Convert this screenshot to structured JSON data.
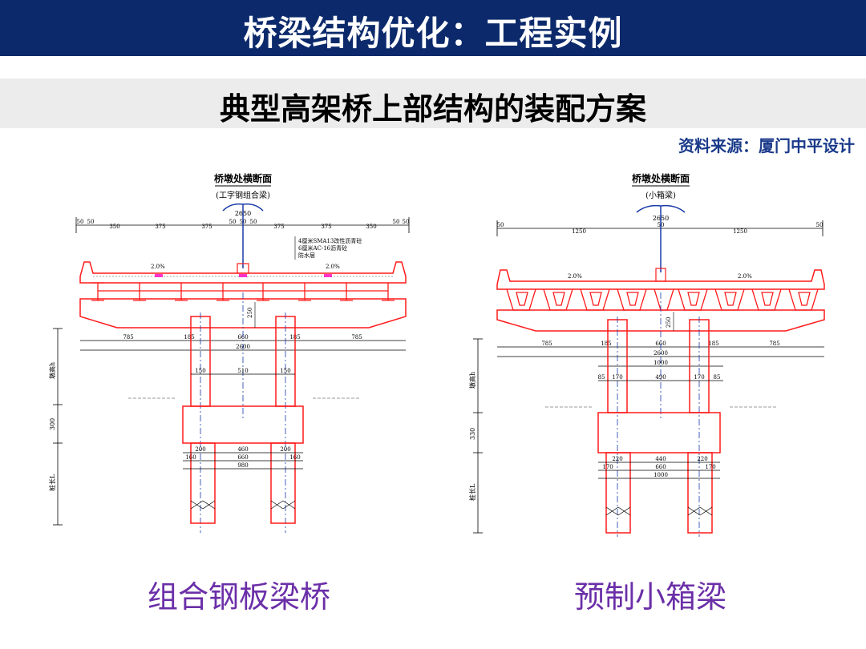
{
  "header": {
    "title": "桥梁结构优化：工程实例"
  },
  "subtitle": "典型高架桥上部结构的装配方案",
  "source": "资料来源：厦门中平设计",
  "left_drawing": {
    "title": "桥墩处横断面",
    "subtitle": "(工字钢组合梁)",
    "dims_top": [
      "50",
      "50",
      "350",
      "375",
      "375",
      "50",
      "50",
      "50",
      "375",
      "375",
      "350",
      "50",
      "50"
    ],
    "total_top": "2650",
    "note1": "4厘米SMA13改性沥青砼",
    "note2": "6厘米AC-16沥青砼",
    "note3": "防水层",
    "slope_left": "2.0%",
    "slope_right": "2.0%",
    "dims_cap": [
      "785",
      "185",
      "660",
      "185",
      "785"
    ],
    "total_cap": "2600",
    "height_cap": "250",
    "dims_pier": [
      "150",
      "510",
      "150"
    ],
    "dims_footing": [
      "200",
      "460",
      "200"
    ],
    "dims_footing2": [
      "160",
      "660",
      "160"
    ],
    "total_footing": "980",
    "side_label1": "墩高h",
    "side_label2": "300",
    "side_label3": "桩长L"
  },
  "right_drawing": {
    "title": "桥墩处横断面",
    "subtitle": "(小箱梁)",
    "dims_top": [
      "50",
      "1250",
      "50",
      "1250",
      "50"
    ],
    "total_top": "2650",
    "slope_left": "2.0%",
    "slope_right": "2.0%",
    "dims_cap": [
      "785",
      "185",
      "660",
      "185",
      "785"
    ],
    "total_cap": "2600",
    "height_cap": "250",
    "total_cap2": "1000",
    "dims_pier": [
      "85",
      "170",
      "490",
      "170",
      "85"
    ],
    "dims_footing": [
      "220",
      "440",
      "220"
    ],
    "dims_footing2": [
      "170",
      "660",
      "170"
    ],
    "total_footing": "1000",
    "side_label1": "墩高h",
    "side_label2": "330",
    "side_label3": "桩长L"
  },
  "captions": {
    "left": "组合钢板梁桥",
    "right": "预制小箱梁"
  },
  "colors": {
    "title_bar": "#0c2a6b",
    "caption": "#6b2fa8",
    "drawing_red": "#ff1a1a",
    "axis_blue": "#1a3aa8"
  }
}
